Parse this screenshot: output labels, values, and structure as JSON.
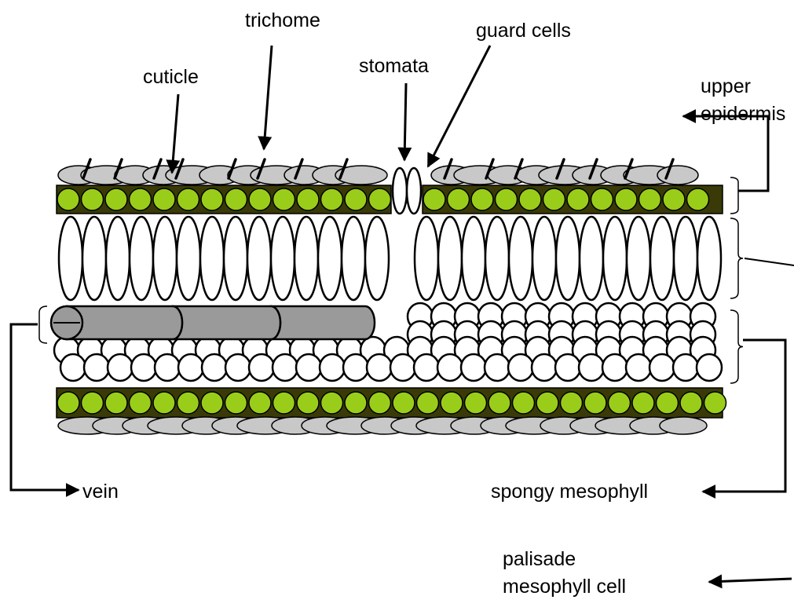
{
  "labels": {
    "trichome": "trichome",
    "guard_cells": "guard cells",
    "stomata": "stomata",
    "cuticle": "cuticle",
    "upper_epidermis_line1": "upper",
    "upper_epidermis_line2": "epidermis",
    "vein": "vein",
    "spongy_mesophyll": "spongy mesophyll",
    "palisade_line1": "palisade",
    "palisade_line2": "mesophyll cell"
  },
  "colors": {
    "chloroplast": "#9ACD1A",
    "epidermis_band": "#3A3A08",
    "surface_cell": "#C8C8C8",
    "vein": "#9A9A9A",
    "outline": "#000000",
    "cell_fill": "#FFFFFF"
  }
}
